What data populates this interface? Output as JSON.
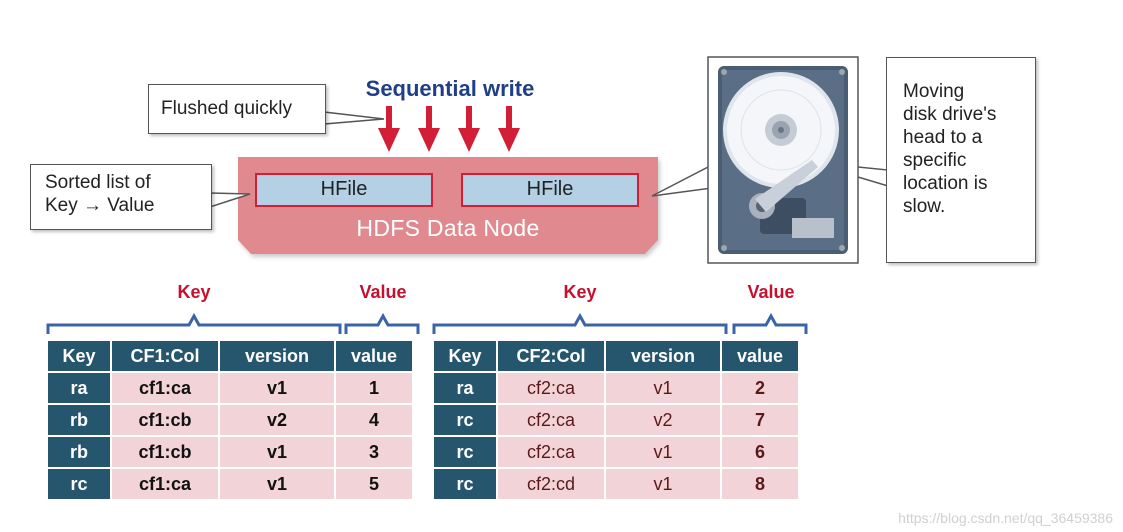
{
  "top": {
    "sequential_write": "Sequential write",
    "flushed_callout": "Flushed quickly",
    "sorted_callout_line1": "Sorted list of",
    "sorted_callout_line2": "Key → Value",
    "hfile_left": "HFile",
    "hfile_right": "HFile",
    "data_node": "HDFS Data Node",
    "disk_callout_lines": [
      "Moving",
      "disk drive's",
      "head to a",
      "specific",
      "location is",
      "slow."
    ]
  },
  "braces": {
    "left_key": "Key",
    "left_value": "Value",
    "right_key": "Key",
    "right_value": "Value"
  },
  "left_table": {
    "headers": [
      "Key",
      "CF1:Col",
      "version",
      "value"
    ],
    "rows": [
      [
        "ra",
        "cf1:ca",
        "v1",
        "1"
      ],
      [
        "rb",
        "cf1:cb",
        "v2",
        "4"
      ],
      [
        "rb",
        "cf1:cb",
        "v1",
        "3"
      ],
      [
        "rc",
        "cf1:ca",
        "v1",
        "5"
      ]
    ]
  },
  "right_table": {
    "headers": [
      "Key",
      "CF2:Col",
      "version",
      "value"
    ],
    "rows": [
      [
        "ra",
        "cf2:ca",
        "v1",
        "2"
      ],
      [
        "rc",
        "cf2:ca",
        "v2",
        "7"
      ],
      [
        "rc",
        "cf2:ca",
        "v1",
        "6"
      ],
      [
        "rc",
        "cf2:cd",
        "v1",
        "8"
      ]
    ]
  },
  "watermark": "https://blog.csdn.net/qq_36459386",
  "colors": {
    "title_blue": "#1f3f86",
    "arrow_red": "#d21e36",
    "node_fill": "#e08a90",
    "hfile_fill": "#b4d0e4",
    "header_fill": "#26566d",
    "row_fill": "#f2d3d8",
    "brace_blue": "#3a63a8",
    "label_red": "#c8102e"
  },
  "icons": [
    "arrow-down-icon",
    "hard-disk-icon",
    "arrow-right-icon"
  ]
}
